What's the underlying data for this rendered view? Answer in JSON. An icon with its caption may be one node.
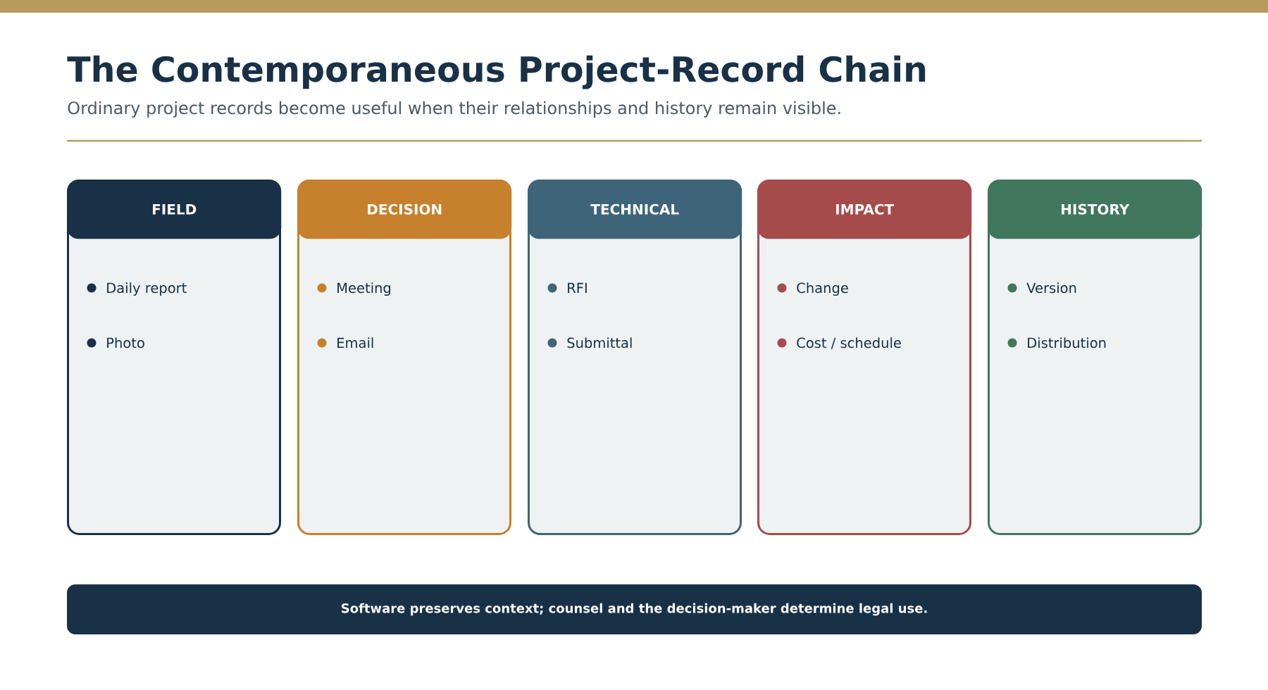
{
  "diagram": {
    "title": "The Contemporaneous Project-Record Chain",
    "nodes": [
      {
        "text": [],
        "shape": "bar"
      },
      {
        "text": [
          "FIELD",
          "Daily report",
          "Photo"
        ]
      },
      {
        "text": [
          "DECISION",
          "Meeting",
          "Email"
        ]
      },
      {
        "text": [
          "TECHNICAL",
          "RFI",
          "Submittal"
        ]
      },
      {
        "text": [
          "IMPACT",
          "Change",
          "Cost / schedule"
        ]
      },
      {
        "text": [
          "HISTORY",
          "Version",
          "Distribution"
        ]
      },
      {
        "text": [
          "Software preserves context; counsel and the decision-maker determine legal use."
        ]
      }
    ],
    "labels": [
      "Ordinary project records become useful when their relationships and history remain visible."
    ]
  }
}
